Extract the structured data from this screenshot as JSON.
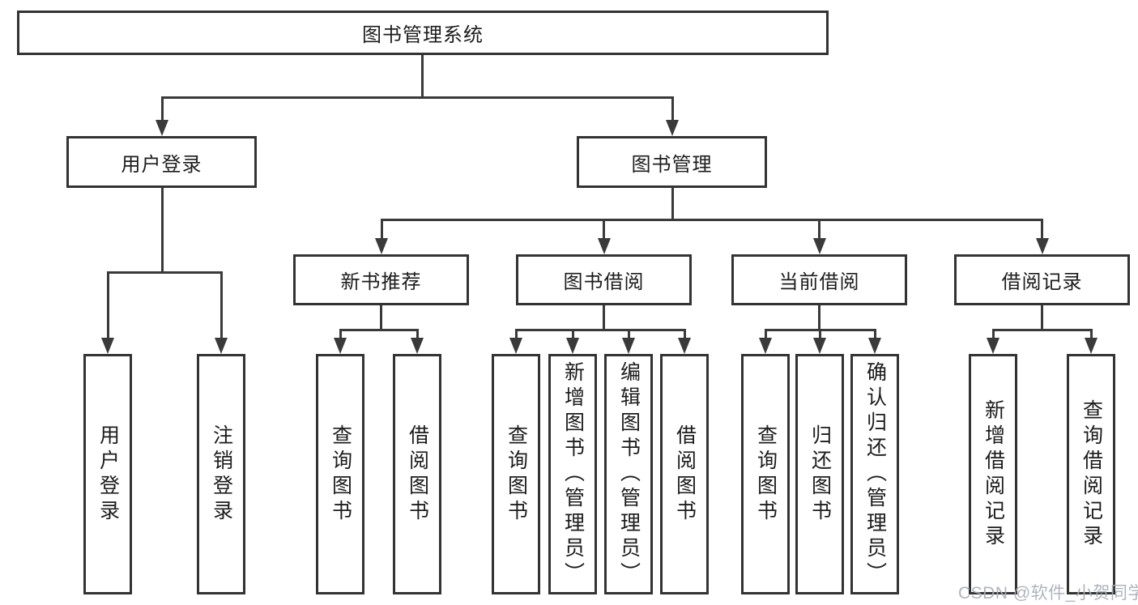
{
  "tree": {
    "root": "图书管理系统",
    "login": {
      "label": "用户登录",
      "children": [
        "用户登录",
        "注销登录"
      ]
    },
    "mgmt": {
      "label": "图书管理",
      "sections": [
        {
          "label": "新书推荐",
          "children": [
            "查询图书",
            "借阅图书"
          ]
        },
        {
          "label": "图书借阅",
          "children": [
            "查询图书",
            "新增图书（管理员）",
            "编辑图书（管理员）",
            "借阅图书"
          ]
        },
        {
          "label": "当前借阅",
          "children": [
            "查询图书",
            "归还图书",
            "确认归还（管理员）"
          ]
        },
        {
          "label": "借阅记录",
          "children": [
            "新增借阅记录",
            "查询借阅记录"
          ]
        }
      ]
    }
  },
  "watermark": "CSDN @软件_小贺同学",
  "colors": {
    "line": "#3a3a3a",
    "border": "#333333",
    "text": "#1c1c1c",
    "watermark": "#a9aeb8",
    "background": "#ffffff"
  }
}
